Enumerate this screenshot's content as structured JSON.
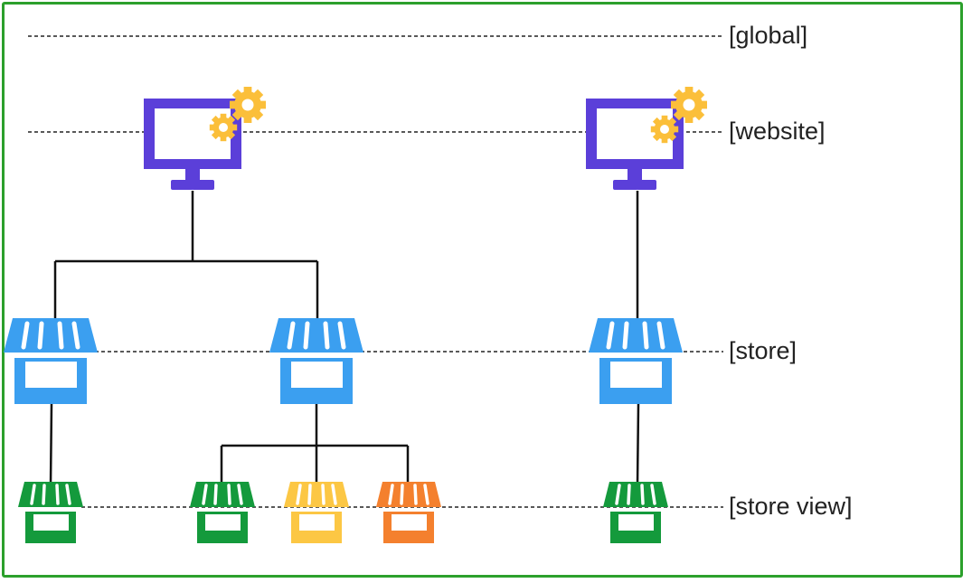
{
  "levels": {
    "global": "[global]",
    "website": "[website]",
    "store": "[store]",
    "store_view": "[store view]"
  },
  "colors": {
    "border": "#2ca02c",
    "website": "#5b3fd9",
    "gear": "#fbbf3a",
    "store": "#3b9ff0",
    "view_green": "#149a3c",
    "view_yellow": "#fcc744",
    "view_orange": "#f4802e"
  },
  "icons": {
    "website": "monitor-with-gears-icon",
    "store": "storefront-icon",
    "store_view": "storefront-icon"
  },
  "hierarchy": [
    {
      "level": "website",
      "stores": [
        {
          "views": [
            "green"
          ]
        },
        {
          "views": [
            "green",
            "yellow",
            "orange"
          ]
        }
      ]
    },
    {
      "level": "website",
      "stores": [
        {
          "views": [
            "green"
          ]
        }
      ]
    }
  ]
}
